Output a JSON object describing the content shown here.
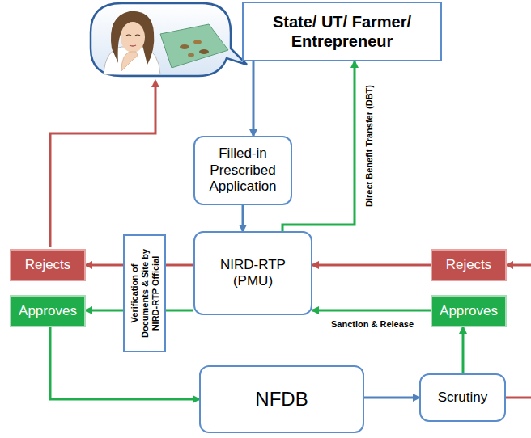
{
  "diagram": {
    "nodes": [
      {
        "text": [
          "State/ UT/ Farmer/ Entrepreneur"
        ]
      },
      {
        "text": [
          "Filled-in Prescribed Application"
        ]
      },
      {
        "text": [
          "Rejects"
        ]
      },
      {
        "text": [
          "Verification of Documents & Site by NIRD-RTP Official"
        ]
      },
      {
        "text": [
          "NIRD-RTP (PMU)"
        ]
      },
      {
        "text": [
          "Rejects"
        ]
      },
      {
        "text": [
          "Approves"
        ]
      },
      {
        "text": [
          "Approves"
        ]
      },
      {
        "text": [
          "NFDB"
        ]
      },
      {
        "text": [
          "Scrutiny"
        ]
      }
    ],
    "edges": [
      {
        "from": 0,
        "to": 1,
        "arrow": "to"
      },
      {
        "from": 1,
        "to": 4,
        "arrow": "to"
      },
      {
        "from": 4,
        "to": 0,
        "label": "Direct Benefit Transfer (DBT)",
        "arrow": "to"
      },
      {
        "from": 4,
        "to": 2,
        "arrow": "to"
      },
      {
        "from": 4,
        "to": 6,
        "arrow": "to"
      },
      {
        "from": 5,
        "to": 4,
        "arrow": "to"
      },
      {
        "from": 7,
        "to": 4,
        "label": "Sanction & Release",
        "arrow": "to"
      },
      {
        "from": 6,
        "to": 8,
        "arrow": "to"
      },
      {
        "from": 8,
        "to": 9,
        "arrow": "to"
      },
      {
        "from": 9,
        "to": 7,
        "arrow": "to"
      },
      {
        "from": 9,
        "to": 5,
        "arrow": "to"
      }
    ]
  }
}
